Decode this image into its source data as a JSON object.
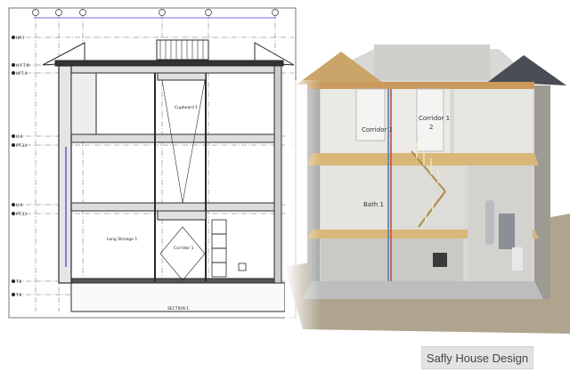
{
  "caption": "Safly House Design",
  "drawing": {
    "levels": [
      "HP.7",
      "U.F.T.O",
      "UFT.4",
      "U.4",
      "PT.34",
      "U.9",
      "PT.33",
      "T.9",
      "T.9"
    ],
    "grid_bubbles": [
      "1",
      "2",
      "3",
      "4",
      "5",
      "6"
    ],
    "rooms": [
      "Cupboard 1",
      "Long Storage 1",
      "Corridor 1"
    ],
    "section_label": "SECTION 1"
  },
  "render": {
    "rooms": [
      "Corridor 1",
      "Corridor 1",
      "2",
      "Bath 1"
    ]
  },
  "colors": {
    "line": "#2a2a2a",
    "dim": "#3a3ad0",
    "wood": "#d9b779",
    "concrete": "#bdbdbd",
    "roof": "#4a4d55"
  }
}
